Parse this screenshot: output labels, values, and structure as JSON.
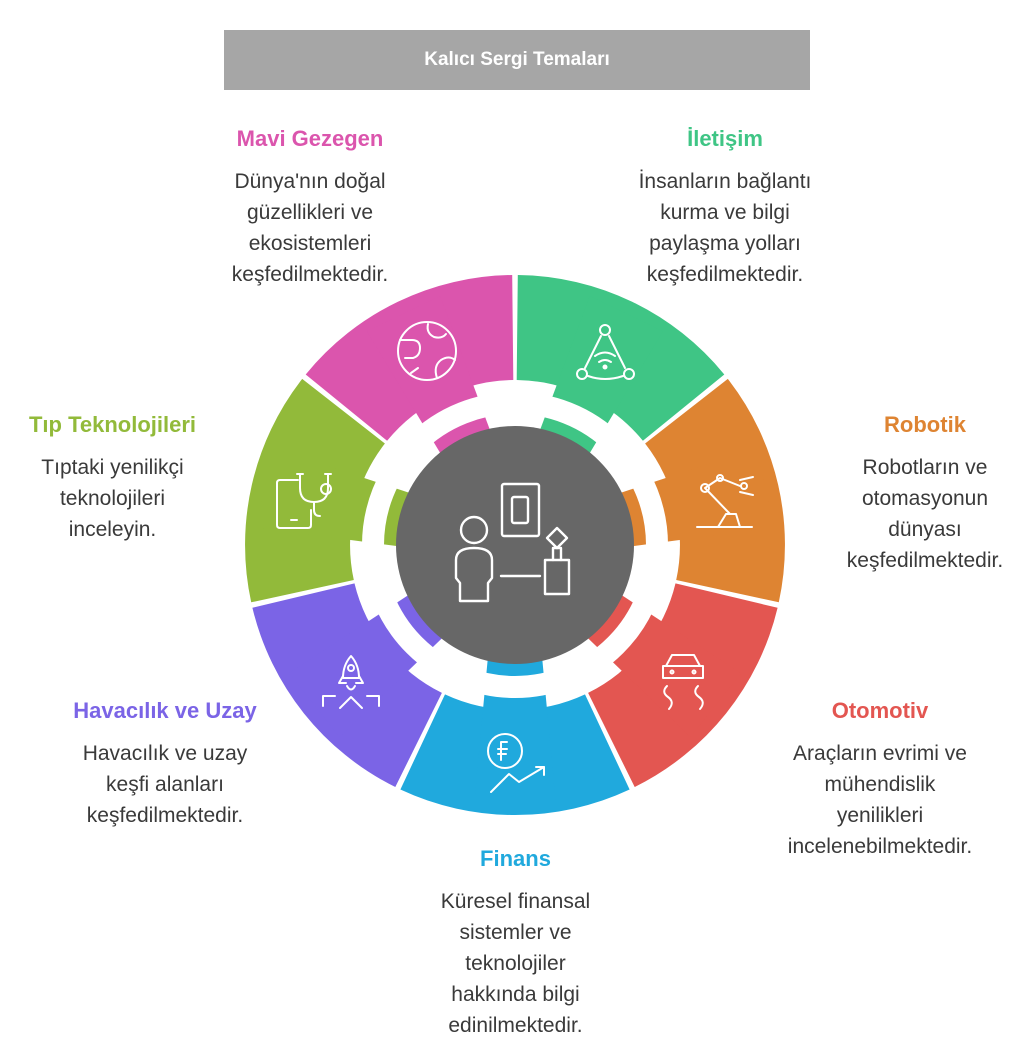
{
  "title": "Kalıcı Sergi Temaları",
  "themes": [
    {
      "key": "mavi-gezegen",
      "title": "Mavi Gezegen",
      "color": "#db55ad",
      "icon": "globe-icon",
      "lines": [
        "Dünya'nın doğal",
        "güzellikleri ve",
        "ekosistemleri",
        "keşfedilmektedir."
      ]
    },
    {
      "key": "iletisim",
      "title": "İletişim",
      "color": "#3fc585",
      "icon": "network-wifi-icon",
      "lines": [
        "İnsanların bağlantı",
        "kurma ve bilgi",
        "paylaşma yolları",
        "keşfedilmektedir."
      ]
    },
    {
      "key": "robotik",
      "title": "Robotik",
      "color": "#de8432",
      "icon": "robotic-arm-icon",
      "lines": [
        "Robotların ve",
        "otomasyonun",
        "dünyası",
        "keşfedilmektedir."
      ]
    },
    {
      "key": "otomotiv",
      "title": "Otomotiv",
      "color": "#e35651",
      "icon": "car-road-icon",
      "lines": [
        "Araçların evrimi ve",
        "mühendislik",
        "yenilikleri",
        "incelenebilmektedir."
      ]
    },
    {
      "key": "finans",
      "title": "Finans",
      "color": "#20a9dd",
      "icon": "currency-growth-icon",
      "lines": [
        "Küresel finansal",
        "sistemler ve",
        "teknolojiler",
        "hakkında bilgi",
        "edinilmektedir."
      ]
    },
    {
      "key": "havacilik",
      "title": "Havacılık ve Uzay",
      "color": "#7b64e6",
      "icon": "rocket-icon",
      "lines": [
        "Havacılık ve uzay",
        "keşfi alanları",
        "keşfedilmektedir."
      ]
    },
    {
      "key": "tip",
      "title": "Tıp Teknolojileri",
      "color": "#92ba3a",
      "icon": "tablet-stethoscope-icon",
      "lines": [
        "Tıptaki yenilikçi",
        "teknolojileri",
        "inceleyin."
      ]
    }
  ],
  "center": {
    "color": "#676767",
    "icon": "visitor-exhibit-icon"
  }
}
